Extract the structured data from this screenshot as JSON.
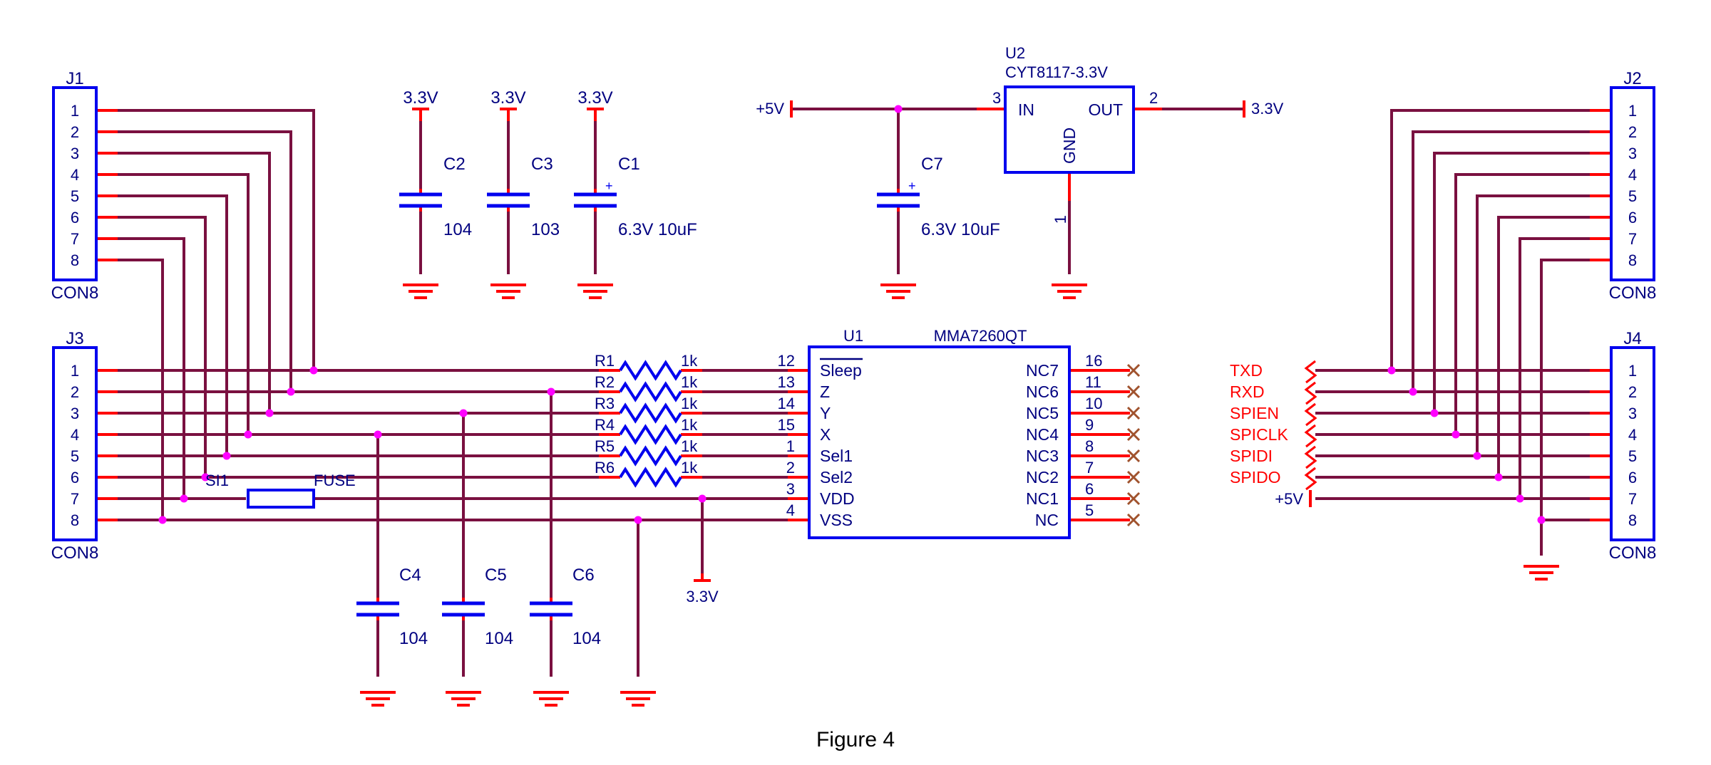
{
  "figure": {
    "caption": "Figure 4"
  },
  "colors": {
    "wire": "#7a1040",
    "pin": "#ff0000",
    "body": "#0000ee",
    "text": "#000080",
    "netlabel": "#ff0000",
    "junction": "#ff00ff",
    "nc": "#a0522d"
  },
  "connectors": {
    "j1": {
      "ref": "J1",
      "value": "CON8",
      "pins": [
        "1",
        "2",
        "3",
        "4",
        "5",
        "6",
        "7",
        "8"
      ]
    },
    "j3": {
      "ref": "J3",
      "value": "CON8",
      "pins": [
        "1",
        "2",
        "3",
        "4",
        "5",
        "6",
        "7",
        "8"
      ]
    },
    "j2": {
      "ref": "J2",
      "value": "CON8",
      "pins": [
        "1",
        "2",
        "3",
        "4",
        "5",
        "6",
        "7",
        "8"
      ]
    },
    "j4": {
      "ref": "J4",
      "value": "CON8",
      "pins": [
        "1",
        "2",
        "3",
        "4",
        "5",
        "6",
        "7",
        "8"
      ]
    }
  },
  "decoupling": [
    {
      "ref": "C2",
      "value": "104",
      "supply": "3.3V",
      "polarized": false
    },
    {
      "ref": "C3",
      "value": "103",
      "supply": "3.3V",
      "polarized": false
    },
    {
      "ref": "C1",
      "value": "6.3V 10uF",
      "supply": "3.3V",
      "polarized": true
    }
  ],
  "regulator": {
    "ref": "U2",
    "value": "CYT8117-3.3V",
    "pins": {
      "in_name": "IN",
      "out_name": "OUT",
      "gnd_name": "GND",
      "in_num": "3",
      "out_num": "2",
      "gnd_num": "1"
    },
    "input_net": "+5V",
    "output_net": "3.3V",
    "cap": {
      "ref": "C7",
      "value": "6.3V 10uF",
      "polarized_mark": "+"
    }
  },
  "resistors": [
    {
      "ref": "R1",
      "value": "1k"
    },
    {
      "ref": "R2",
      "value": "1k"
    },
    {
      "ref": "R3",
      "value": "1k"
    },
    {
      "ref": "R4",
      "value": "1k"
    },
    {
      "ref": "R5",
      "value": "1k"
    },
    {
      "ref": "R6",
      "value": "1k"
    }
  ],
  "fuse": {
    "ref": "SI1",
    "value": "FUSE"
  },
  "sensor": {
    "ref": "U1",
    "value": "MMA7260QT",
    "left_pins": [
      {
        "num": "12",
        "name": "Sleep"
      },
      {
        "num": "13",
        "name": "Z"
      },
      {
        "num": "14",
        "name": "Y"
      },
      {
        "num": "15",
        "name": "X"
      },
      {
        "num": "1",
        "name": "Sel1"
      },
      {
        "num": "2",
        "name": "Sel2"
      },
      {
        "num": "3",
        "name": "VDD"
      },
      {
        "num": "4",
        "name": "VSS"
      }
    ],
    "right_pins": [
      {
        "num": "16",
        "name": "NC7"
      },
      {
        "num": "11",
        "name": "NC6"
      },
      {
        "num": "10",
        "name": "NC5"
      },
      {
        "num": "9",
        "name": "NC4"
      },
      {
        "num": "8",
        "name": "NC3"
      },
      {
        "num": "7",
        "name": "NC2"
      },
      {
        "num": "6",
        "name": "NC1"
      },
      {
        "num": "5",
        "name": "NC"
      }
    ],
    "vdd_net": "3.3V"
  },
  "filter_caps": [
    {
      "ref": "C4",
      "value": "104"
    },
    {
      "ref": "C5",
      "value": "104"
    },
    {
      "ref": "C6",
      "value": "104"
    }
  ],
  "j4_nets": [
    "TXD",
    "RXD",
    "SPIEN",
    "SPICLK",
    "SPIDI",
    "SPIDO"
  ],
  "j4_power": "+5V"
}
